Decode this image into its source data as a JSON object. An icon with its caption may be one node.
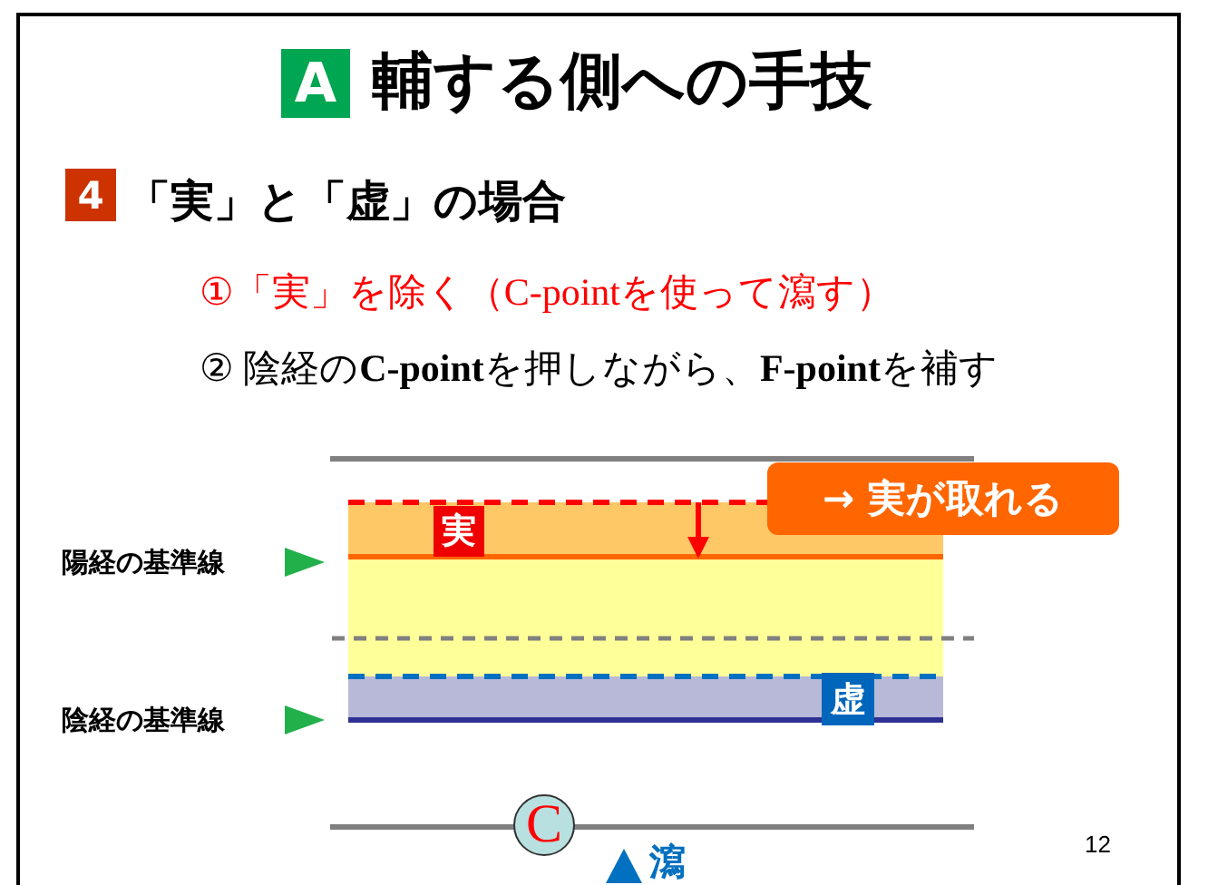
{
  "diagram": {
    "title": "輔する側への手技",
    "nodes": [
      {
        "text": [
          "A"
        ]
      },
      {
        "text": [
          "4"
        ]
      },
      {
        "text": [
          "実"
        ]
      },
      {
        "text": [
          "虚"
        ]
      },
      {
        "text": [
          "→ 実が取れる"
        ]
      },
      {
        "text": [
          "C"
        ]
      }
    ],
    "labels": [
      "「実」と「虚」の場合",
      "①「実」を除く（C-pointを使って瀉す）",
      "② 陰経の**C-point**を押しながら、**F-point**を補す",
      "陽経の基準線",
      "陰経の基準線",
      "瀉",
      "12"
    ]
  }
}
